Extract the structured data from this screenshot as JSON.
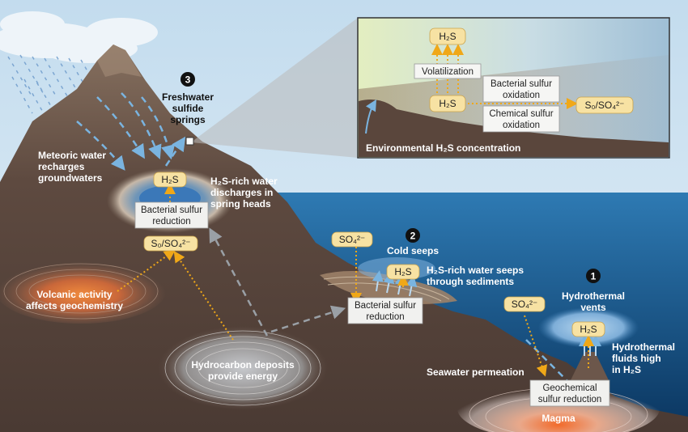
{
  "labels": {
    "freshwater_springs": [
      "Freshwater",
      "sulfide",
      "springs"
    ],
    "meteoric_water": [
      "Meteoric water",
      "recharges",
      "groundwaters"
    ],
    "h2s_rich_discharge": [
      "H₂S-rich water",
      "discharges in",
      "spring heads"
    ],
    "volcanic": [
      "Volcanic activity",
      "affects geochemistry"
    ],
    "hydrocarbon": [
      "Hydrocarbon deposits",
      "provide energy"
    ],
    "cold_seeps": "Cold seeps",
    "h2s_rich_seeps": [
      "H₂S-rich water seeps",
      "through sediments"
    ],
    "hydrothermal_vents": [
      "Hydrothermal",
      "vents"
    ],
    "hydrothermal_fluids": [
      "Hydrothermal",
      "fluids high",
      "in H₂S"
    ],
    "seawater_permeation": "Seawater permeation",
    "magma": "Magma",
    "environmental_h2s": "Environmental H₂S concentration"
  },
  "badges": {
    "one": "1",
    "two": "2",
    "three": "3"
  },
  "pills": {
    "h2s": "H₂S",
    "so4": "SO₄²⁻",
    "s0_so4": "S₀/SO₄²⁻"
  },
  "boxes": {
    "bacterial_reduction": [
      "Bacterial sulfur",
      "reduction"
    ],
    "geochemical_reduction": [
      "Geochemical",
      "sulfur reduction"
    ],
    "volatilization": "Volatilization",
    "bacterial_oxidation": [
      "Bacterial sulfur",
      "oxidation"
    ],
    "chemical_oxidation": [
      "Chemical sulfur",
      "oxidation"
    ]
  },
  "colors": {
    "sky": "#cfe3f2",
    "ocean_top": "#2b72a8",
    "ocean_bottom": "#0b3a66",
    "land": "#5e4a40",
    "pill_fill": "#f7e2a3",
    "arrow_orange": "#f0a818",
    "arrow_blue": "#7ab4e0",
    "arrow_grey": "#9aa0a6"
  }
}
